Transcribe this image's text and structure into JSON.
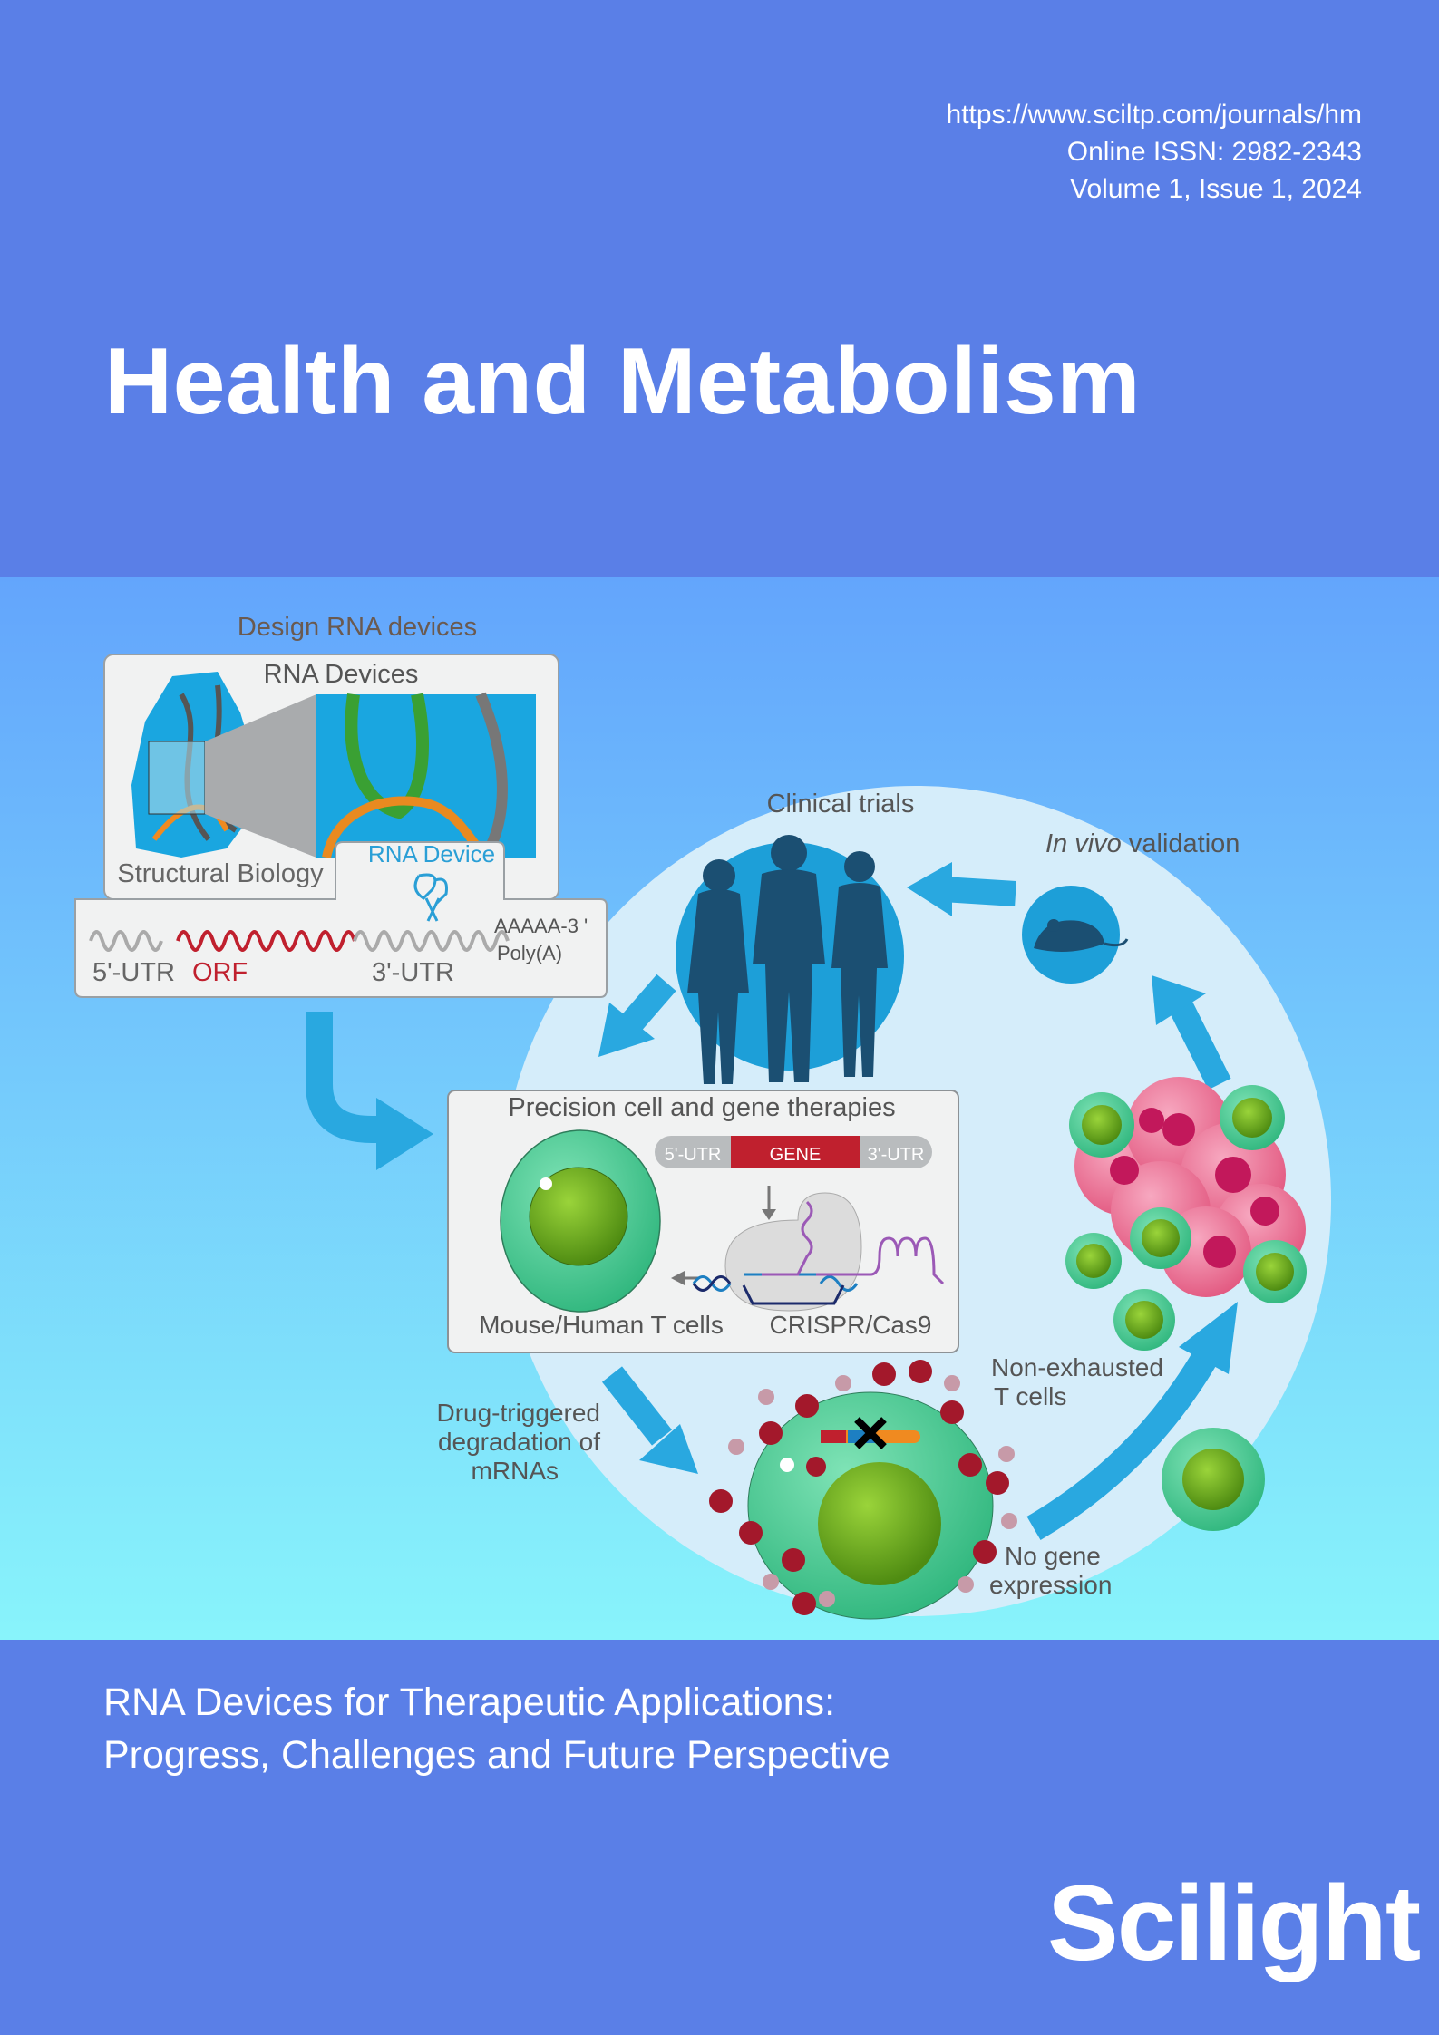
{
  "header": {
    "url": "https://www.sciltp.com/journals/hm",
    "issn": "Online ISSN: 2982-2343",
    "volume": "Volume 1, Issue 1, 2024",
    "journal_title": "Health and Metabolism"
  },
  "figure": {
    "design_heading": "Design RNA devices",
    "rna_devices": "RNA Devices",
    "structural_biology": "Structural Biology",
    "rna_device": "RNA Device",
    "utr5": "5'-UTR",
    "orf": "ORF",
    "utr3": "3'-UTR",
    "polya_seq": "AAAAA-3 '",
    "polya": "Poly(A)",
    "clinical_trials": "Clinical trials",
    "in_vivo_italic": "In vivo",
    "validation": " validation",
    "precision_title": "Precision cell and gene therapies",
    "gene_utr5": "5'-UTR",
    "gene": "GENE",
    "gene_utr3": "3'-UTR",
    "t_cells": "Mouse/Human T cells",
    "crispr": "CRISPR/Cas9",
    "non_exhausted_1": "Non-exhausted",
    "non_exhausted_2": "T cells",
    "drug_1": "Drug-triggered",
    "drug_2": "degradation of",
    "drug_3": "mRNAs",
    "no_gene_1": "No gene",
    "no_gene_2": "expression"
  },
  "footer": {
    "article_line1": "RNA Devices for Therapeutic Applications:",
    "article_line2": "Progress, Challenges and Future Perspective",
    "publisher": "Scilight"
  },
  "colors": {
    "band": "#5a7fe7",
    "accent": "#29a8e0",
    "orf": "#c0202e"
  }
}
